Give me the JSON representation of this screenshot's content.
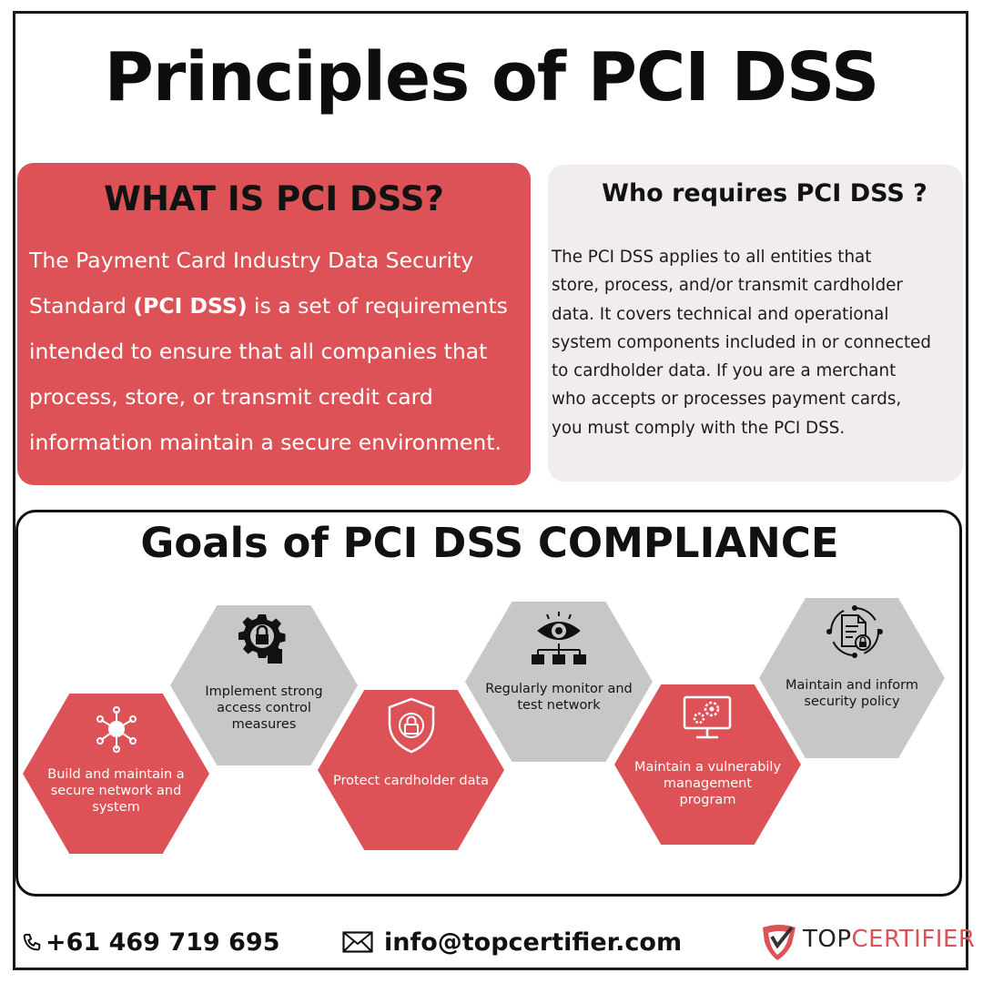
{
  "title": "Principles of PCI DSS",
  "what": {
    "heading": "WHAT IS PCI DSS?",
    "line1": "The Payment Card Industry Data Security",
    "line2_pre": "Standard ",
    "line2_bold": "(PCI DSS)",
    "line2_post": " is a set of requirements",
    "line3": "intended to ensure that all companies that",
    "line4": "process, store, or transmit credit card",
    "line5": "information maintain a secure environment."
  },
  "who": {
    "heading": "Who requires PCI DSS ?",
    "lines": [
      "The PCI DSS applies to all entities that",
      "store, process, and/or transmit cardholder",
      "data. It covers technical and operational",
      "system components included in or connected",
      "to cardholder data. If you are a merchant",
      "who accepts or processes payment cards,",
      "you must comply with the PCI DSS."
    ]
  },
  "goals": {
    "heading": "Goals of PCI DSS COMPLIANCE",
    "items": [
      {
        "lines": [
          "Build and maintain a",
          "secure network and",
          "system"
        ],
        "color": "red",
        "icon": "network-hub-icon"
      },
      {
        "lines": [
          "Implement strong",
          "access control",
          "measures"
        ],
        "color": "gray",
        "icon": "gear-lock-touch-icon"
      },
      {
        "lines": [
          "Protect cardholder data"
        ],
        "color": "red",
        "icon": "shield-lock-icon"
      },
      {
        "lines": [
          "Regularly monitor and",
          "test network"
        ],
        "color": "gray",
        "icon": "eye-network-icon"
      },
      {
        "lines": [
          "Maintain a vulnerabily",
          "management",
          "program"
        ],
        "color": "red",
        "icon": "monitor-gears-icon"
      },
      {
        "lines": [
          "Maintain and inform",
          "security policy"
        ],
        "color": "gray",
        "icon": "document-lock-icon"
      }
    ]
  },
  "footer": {
    "phone": "+61 469 719 695",
    "email": "info@topcertifier.com",
    "brand_top": "TOP",
    "brand_cert": "CERTIFIER"
  },
  "colors": {
    "accent_red": "#dc5256",
    "hex_gray": "#c7c7c7",
    "panel_light": "#f1ecee"
  }
}
